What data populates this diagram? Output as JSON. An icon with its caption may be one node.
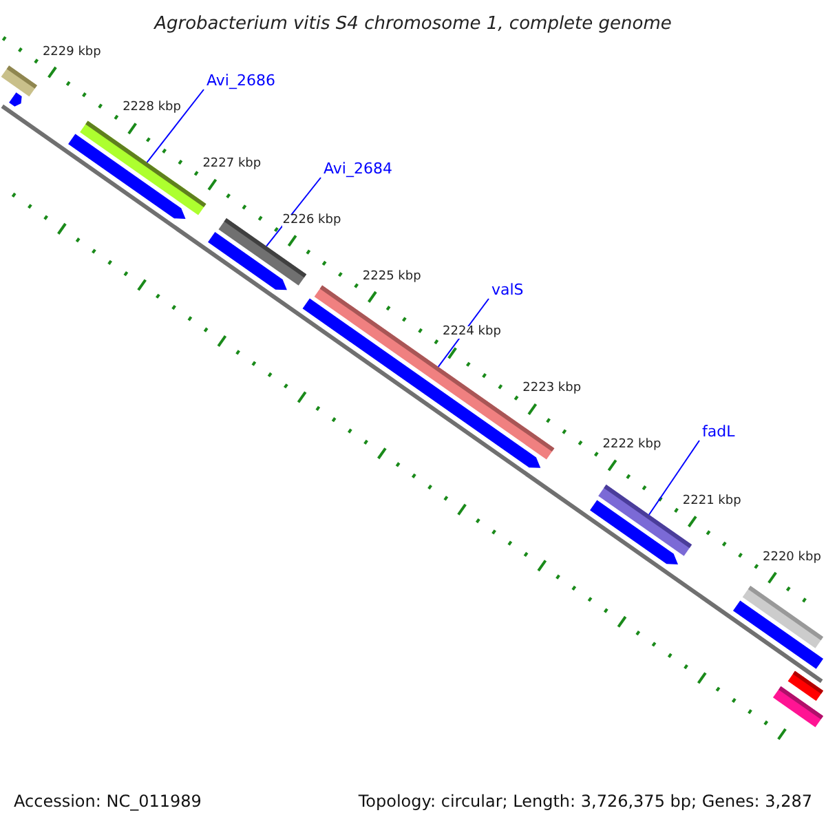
{
  "diagram": {
    "title": "Agrobacterium vitis S4 chromosome 1, complete genome",
    "nodes": [
      {
        "text": [
          "Avi_2686"
        ]
      },
      {
        "text": [],
        "shape": "bar"
      },
      {
        "text": [
          "Avi_2684"
        ]
      },
      {
        "text": [],
        "shape": "bar"
      },
      {
        "text": [
          "valS"
        ]
      },
      {
        "text": [],
        "shape": "bar"
      },
      {
        "text": [
          "fadL"
        ]
      },
      {
        "text": [],
        "shape": "bar"
      }
    ],
    "edges": [
      {
        "from": 0,
        "to": 1,
        "arrow": "none"
      },
      {
        "from": 2,
        "to": 3,
        "arrow": "none"
      },
      {
        "from": 4,
        "to": 5,
        "arrow": "none"
      },
      {
        "from": 6,
        "to": 7,
        "arrow": "none"
      }
    ],
    "labels": [
      "2229 kbp",
      "2228 kbp",
      "2227 kbp",
      "2226 kbp",
      "2225 kbp",
      "2224 kbp",
      "2223 kbp",
      "2222 kbp",
      "2221 kbp",
      "2220 kbp",
      "Accession: NC_011989",
      "Topology: circular; Length: 3,726,375 bp; Genes: 3,287"
    ]
  }
}
